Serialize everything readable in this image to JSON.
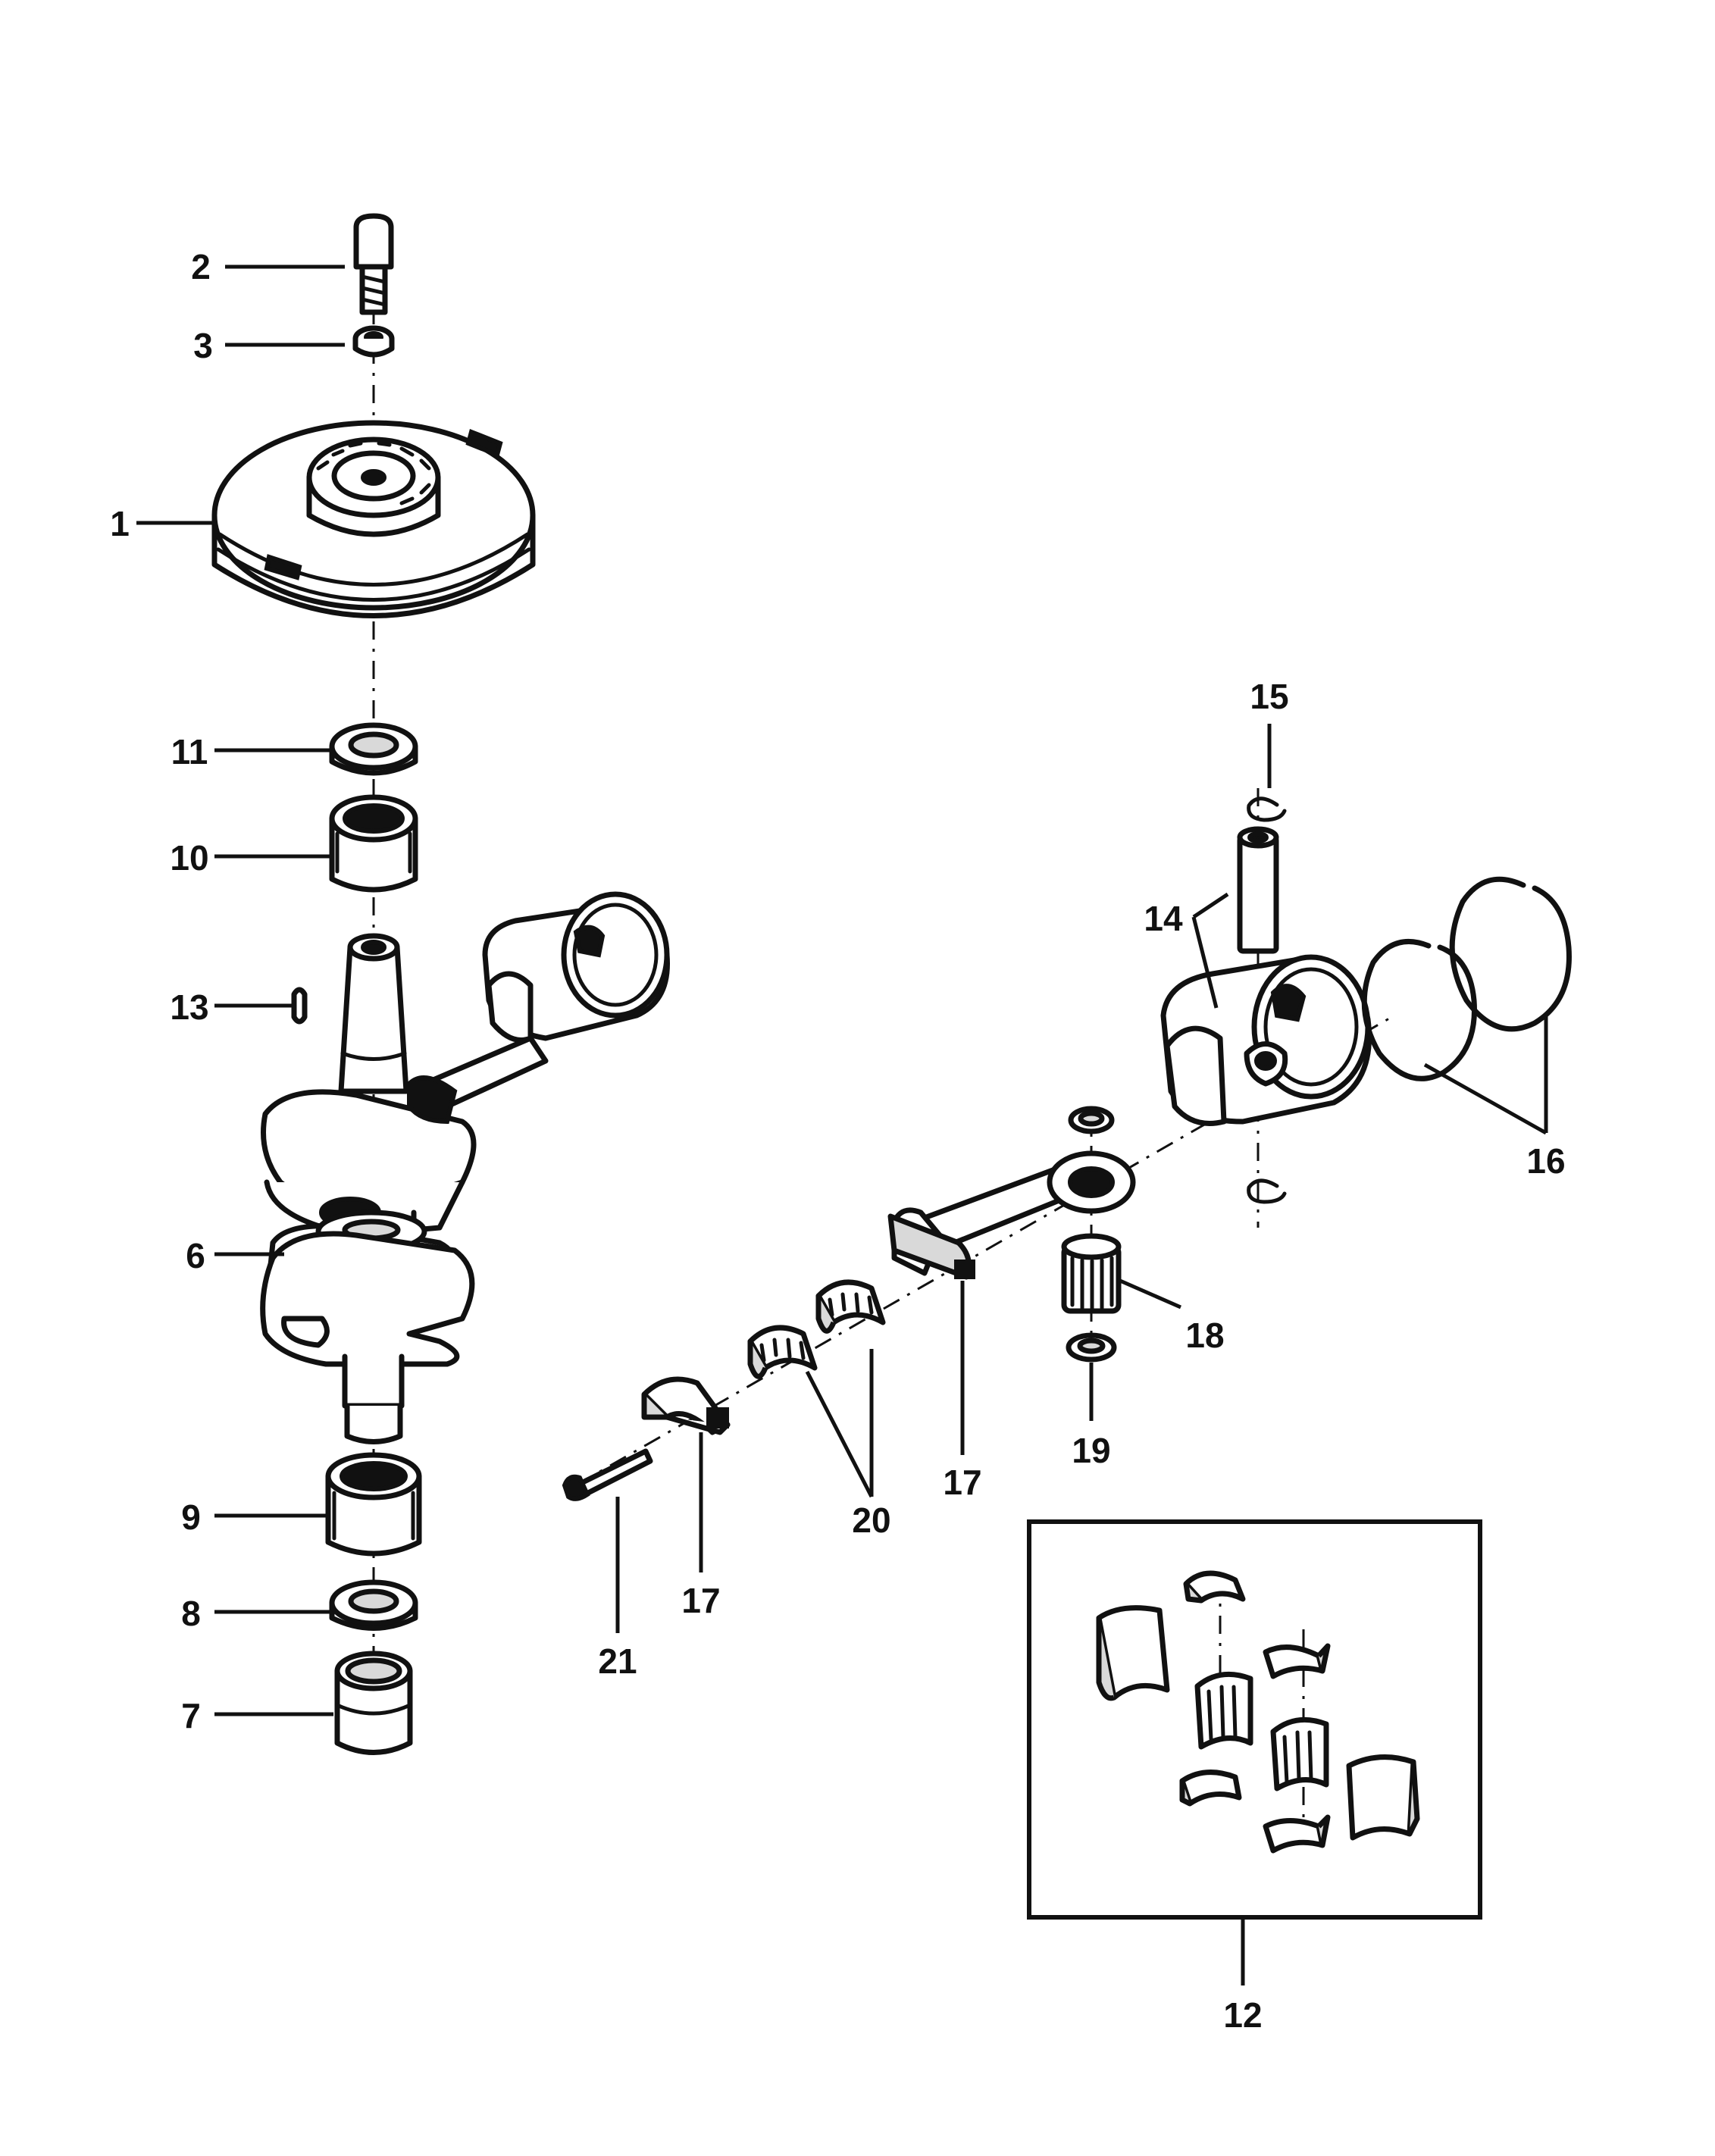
{
  "callouts": {
    "c1": "1",
    "c2": "2",
    "c3": "3",
    "c6": "6",
    "c7": "7",
    "c8": "8",
    "c9": "9",
    "c10": "10",
    "c11": "11",
    "c12": "12",
    "c13": "13",
    "c14": "14",
    "c15": "15",
    "c16": "16",
    "c17a": "17",
    "c17b": "17",
    "c18": "18",
    "c19": "19",
    "c20": "20",
    "c21": "21"
  }
}
